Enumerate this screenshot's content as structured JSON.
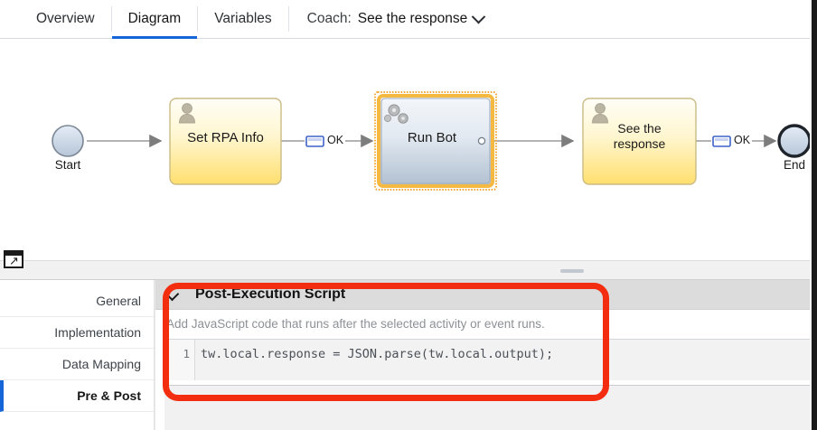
{
  "tabbar": {
    "tabs": [
      {
        "label": "Overview",
        "active": false
      },
      {
        "label": "Diagram",
        "active": true
      },
      {
        "label": "Variables",
        "active": false
      }
    ],
    "coach": {
      "label": "Coach:",
      "value": "See the response",
      "caret_icon": "chevron-down-icon"
    }
  },
  "diagram": {
    "nodes": [
      {
        "id": "start",
        "label": "Start",
        "type": "start-event"
      },
      {
        "id": "set-rpa-info",
        "label": "Set RPA Info",
        "type": "user-task",
        "icon": "person-icon"
      },
      {
        "id": "run-bot",
        "label": "Run Bot",
        "type": "service-task",
        "icon": "gears-icon",
        "selected": true
      },
      {
        "id": "see-the-response",
        "label": "See the\nresponse",
        "type": "user-task",
        "icon": "person-icon"
      },
      {
        "id": "end",
        "label": "End",
        "type": "end-event"
      }
    ],
    "flows": [
      {
        "from": "start",
        "to": "set-rpa-info",
        "label": ""
      },
      {
        "from": "set-rpa-info",
        "to": "run-bot",
        "label": "OK",
        "icon": "coach-screen-icon"
      },
      {
        "from": "run-bot",
        "to": "see-the-response",
        "label": ""
      },
      {
        "from": "see-the-response",
        "to": "end",
        "label": "OK",
        "icon": "coach-screen-icon"
      }
    ],
    "colors": {
      "task_fill_top": "#fefdf6",
      "task_fill_bottom": "#ffe17a",
      "task_border": "#c9b67a",
      "service_fill_top": "#eef2f7",
      "service_fill_bottom": "#b9c6d4",
      "selection": "#f5a623",
      "event_fill": "#cdd8e6",
      "flow_line": "#9a9a9a"
    }
  },
  "splitter": {
    "grip_icon": "splitter-grip-icon",
    "expand_icon": "expand-window-icon"
  },
  "properties": {
    "nav_items": [
      {
        "label": "General",
        "active": false
      },
      {
        "label": "Implementation",
        "active": false
      },
      {
        "label": "Data Mapping",
        "active": false
      },
      {
        "label": "Pre & Post",
        "active": true
      }
    ],
    "section": {
      "collapse_icon": "chevron-down-icon",
      "title": "Post-Execution Script",
      "description": "Add JavaScript code that runs after the selected activity or event runs.",
      "code": {
        "line_number": "1",
        "text": "tw.local.response = JSON.parse(tw.local.output);"
      }
    }
  },
  "annotation": {
    "color": "#f22d10",
    "shape": "rounded-rectangle-highlight"
  }
}
